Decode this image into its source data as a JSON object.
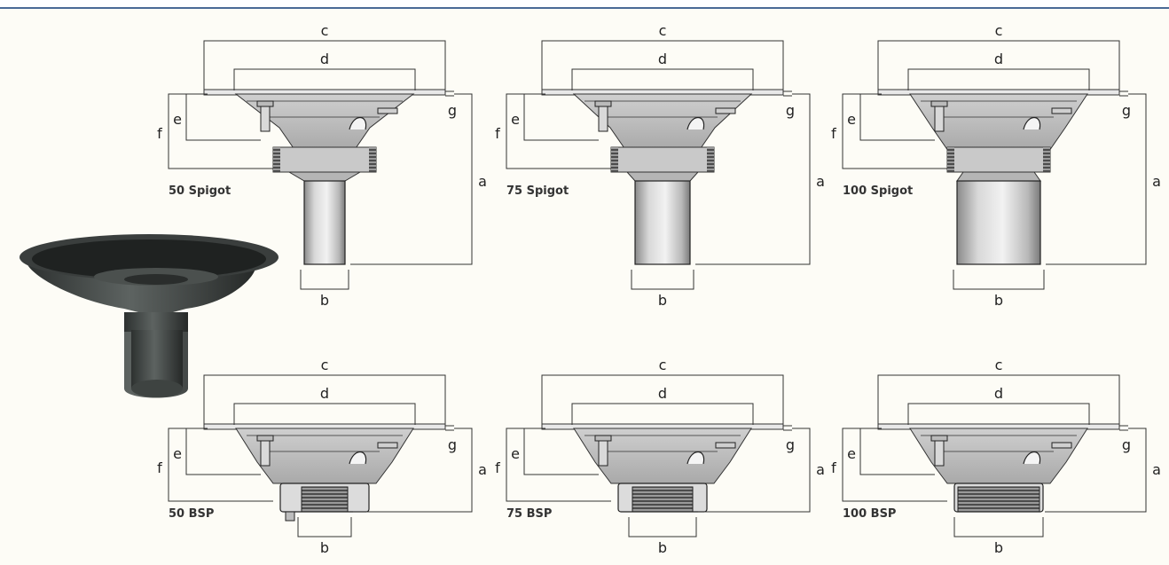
{
  "colors": {
    "background": "#fdfcf6",
    "top_rule": "#4a6a96",
    "metal_light": "#e6e6e6",
    "metal_dark": "#7c7c7c",
    "dimension_line": "#333333",
    "photo_body": "#3b3f3e"
  },
  "dimension_labels": {
    "a": "a",
    "b": "b",
    "c": "c",
    "d": "d",
    "e": "e",
    "f": "f",
    "g": "g"
  },
  "variants": [
    {
      "caption": "50 Spigot",
      "outlet": "spigot",
      "size": 50
    },
    {
      "caption": "75 Spigot",
      "outlet": "spigot",
      "size": 75
    },
    {
      "caption": "100 Spigot",
      "outlet": "spigot",
      "size": 100
    },
    {
      "caption": "50 BSP",
      "outlet": "bsp",
      "size": 50
    },
    {
      "caption": "75 BSP",
      "outlet": "bsp",
      "size": 75
    },
    {
      "caption": "100 BSP",
      "outlet": "bsp",
      "size": 100
    }
  ],
  "photo": {
    "icon": "roof-drain-photo"
  }
}
